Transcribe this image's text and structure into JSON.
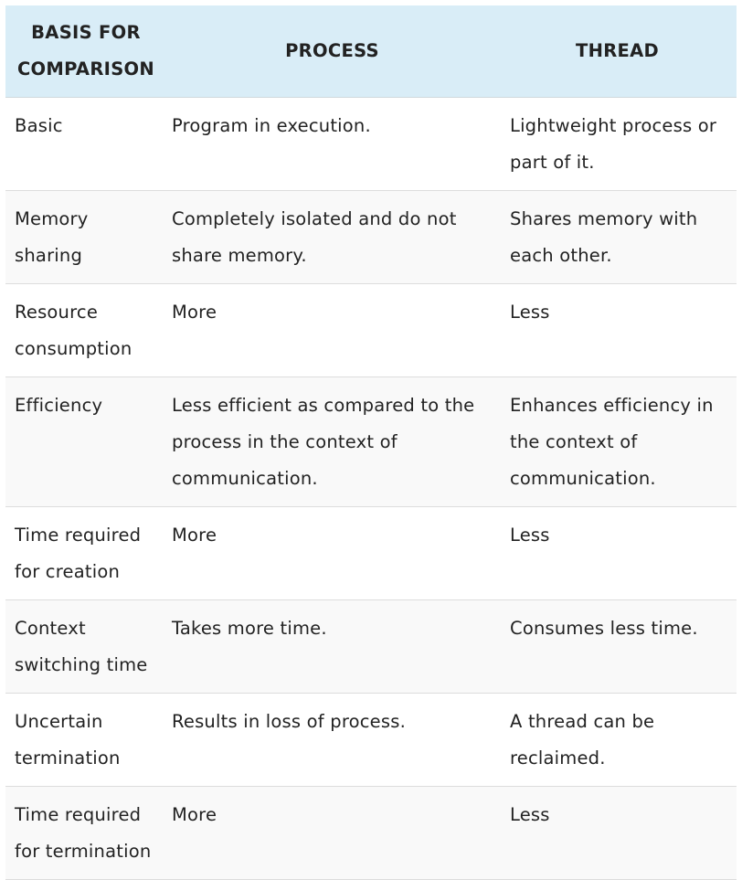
{
  "table": {
    "headers": [
      "BASIS FOR COMPARISON",
      "PROCESS",
      "THREAD"
    ],
    "rows": [
      {
        "basis": "Basic",
        "process": "Program in execution.",
        "thread": "Lightweight process or part of it."
      },
      {
        "basis": "Memory sharing",
        "process": "Completely isolated and do not share memory.",
        "thread": "Shares memory with each other."
      },
      {
        "basis": "Resource consumption",
        "process": "More",
        "thread": "Less"
      },
      {
        "basis": "Efficiency",
        "process": "Less efficient as compared to the process in the context of communication.",
        "thread": "Enhances efficiency in the context of communication."
      },
      {
        "basis": "Time required for creation",
        "process": "More",
        "thread": "Less"
      },
      {
        "basis": "Context switching time",
        "process": "Takes more time.",
        "thread": "Consumes less time."
      },
      {
        "basis": "Uncertain termination",
        "process": "Results in loss of process.",
        "thread": "A thread can be reclaimed."
      },
      {
        "basis": "Time required for termination",
        "process": "More",
        "thread": "Less"
      }
    ]
  },
  "colors": {
    "header_bg": "#d9edf7",
    "row_alt_bg": "#f9f9f9",
    "text": "#222222"
  }
}
